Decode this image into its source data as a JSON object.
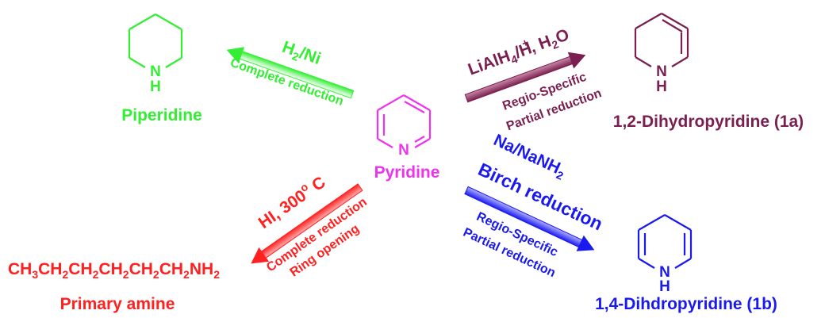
{
  "colors": {
    "green": "#33ee33",
    "magenta": "#ee33ee",
    "maroon": "#7a1f4f",
    "blue": "#1a1aee",
    "red": "#ff2020"
  },
  "center": {
    "name": "Pyridine",
    "atom": "N"
  },
  "reactions": {
    "piperidine": {
      "reagent_main": "H",
      "reagent_sub": "2",
      "reagent_tail": "/Ni",
      "desc1": "Complete reduction",
      "product_atom": "N",
      "product_h": "H",
      "product": "Piperidine"
    },
    "dihydro12": {
      "r1": "LiAlH",
      "r2": "4",
      "r3": "/",
      "r4": "H",
      "r5": "+",
      "r6": ", H",
      "r7": "2",
      "r8": "O",
      "desc1": "Regio-Specific",
      "desc2": "Partial reduction",
      "product_atom": "N",
      "product_h": "H",
      "product": "1,2-Dihydropyridine (1a)"
    },
    "dihydro14": {
      "r1": "Na/NaNH",
      "r2": "2",
      "reagent2": "Birch reduction",
      "desc1": "Regio-Specific",
      "desc2": "Partial reduction",
      "product_atom": "N",
      "product_h": "H",
      "product": "1,4-Dihdropyridine (1b)"
    },
    "amine": {
      "r1": "HI, 300",
      "r2": "o",
      "r3": " C",
      "desc1": "Complete reduction",
      "desc2": "Ring opening",
      "formula": [
        {
          "t": "CH",
          "sub": false
        },
        {
          "t": "3",
          "sub": true
        },
        {
          "t": "CH",
          "sub": false
        },
        {
          "t": "2",
          "sub": true
        },
        {
          "t": "CH",
          "sub": false
        },
        {
          "t": "2",
          "sub": true
        },
        {
          "t": "CH",
          "sub": false
        },
        {
          "t": "2",
          "sub": true
        },
        {
          "t": "CH",
          "sub": false
        },
        {
          "t": "2",
          "sub": true
        },
        {
          "t": "CH",
          "sub": false
        },
        {
          "t": "2",
          "sub": true
        },
        {
          "t": "NH",
          "sub": false
        },
        {
          "t": "2",
          "sub": true
        }
      ],
      "product": "Primary amine"
    }
  }
}
